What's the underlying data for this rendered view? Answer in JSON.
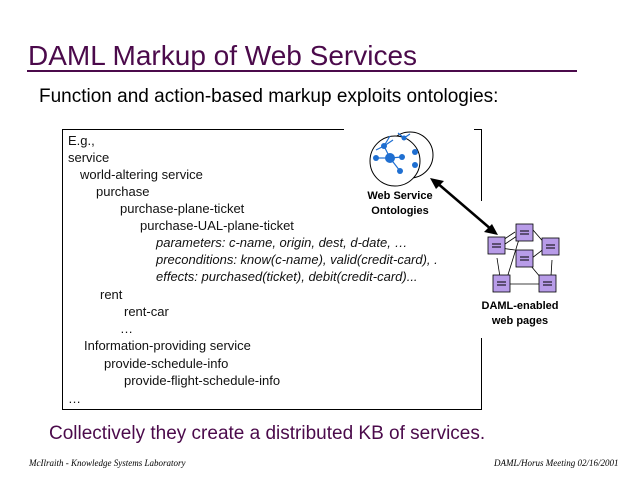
{
  "slide": {
    "title": "DAML Markup of Web Services",
    "subtitle": "Function and action-based markup exploits ontologies:",
    "tree": [
      {
        "text": "E.g.,",
        "indent": 0,
        "italic": false
      },
      {
        "text": "service",
        "indent": 0,
        "italic": false
      },
      {
        "text": "world-altering service",
        "indent": 1,
        "italic": false
      },
      {
        "text": "purchase",
        "indent": 2,
        "italic": false
      },
      {
        "text": "purchase-plane-ticket",
        "indent": 3,
        "italic": false
      },
      {
        "text": "purchase-UAL-plane-ticket",
        "indent": 4,
        "italic": false
      },
      {
        "text": "parameters: c-name, origin, dest, d-date, …",
        "indent": 5,
        "italic": true
      },
      {
        "text": "preconditions: know(c-name), valid(credit-card), .",
        "indent": 5,
        "italic": true
      },
      {
        "text": "effects: purchased(ticket), debit(credit-card)...",
        "indent": 5,
        "italic": true
      },
      {
        "text": "rent",
        "indent": 2,
        "italic": false
      },
      {
        "text": "rent-car",
        "indent": 3,
        "italic": false
      },
      {
        "text": "…",
        "indent": 3,
        "italic": false
      },
      {
        "text": "Information-providing service",
        "indent": 1,
        "italic": false
      },
      {
        "text": "provide-schedule-info",
        "indent": 2,
        "italic": false
      },
      {
        "text": "provide-flight-schedule-info",
        "indent": 3,
        "italic": false
      },
      {
        "text": "…",
        "indent": 0,
        "italic": false
      }
    ],
    "diagram": {
      "ontology_label_line1": "Web Service",
      "ontology_label_line2": "Ontologies",
      "pages_label_line1": "DAML-enabled",
      "pages_label_line2": "web pages",
      "node_color": "#1f6fd1",
      "page_color": "#b89ce8"
    },
    "conclusion": "Collectively they create a distributed KB of services.",
    "footer_left": "McIlraith - Knowledge Systems Laboratory",
    "footer_right": "DAML/Horus Meeting 02/16/2001",
    "accent_color": "#4b0a4b"
  }
}
